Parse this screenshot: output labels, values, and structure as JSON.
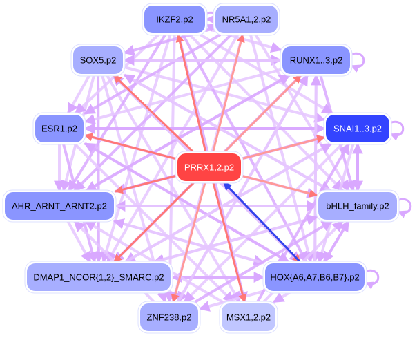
{
  "diagram": {
    "type": "regulatory-network",
    "colors": {
      "hub_node": "#ff4444",
      "hub_edge": "#ff7777",
      "hub_edge_light": "#ff9999",
      "bg_edge": "#e5c6ff",
      "bg_edge_dark": "#d9a8ff",
      "highlight_edge": "#3344ee",
      "node_dark": "#3344ff",
      "node_mid": "#8a95ff",
      "node_light": "#a7aeff",
      "node_pale": "#c0c6ff",
      "node_border": "#dde0ff",
      "label_dark": "#000000",
      "label_light": "#ffffff"
    },
    "nodes": [
      {
        "id": "IKZF2",
        "label": "IKZF2.p2",
        "shade": "node_mid",
        "self_loop": true
      },
      {
        "id": "NR5A12",
        "label": "NR5A1,2.p2",
        "shade": "node_light",
        "self_loop": false
      },
      {
        "id": "SOX5",
        "label": "SOX5.p2",
        "shade": "node_light",
        "self_loop": false
      },
      {
        "id": "RUNX13",
        "label": "RUNX1..3.p2",
        "shade": "node_mid",
        "self_loop": true
      },
      {
        "id": "ESR1",
        "label": "ESR1.p2",
        "shade": "node_mid",
        "self_loop": false
      },
      {
        "id": "SNAI13",
        "label": "SNAI1..3.p2",
        "shade": "node_dark",
        "self_loop": true
      },
      {
        "id": "PRRX12",
        "label": "PRRX1,2.p2",
        "shade": "hub_node",
        "self_loop": false
      },
      {
        "id": "AHR",
        "label": "AHR_ARNT_ARNT2.p2",
        "shade": "node_mid",
        "self_loop": false
      },
      {
        "id": "BHLH",
        "label": "bHLH_family.p2",
        "shade": "node_light",
        "self_loop": true
      },
      {
        "id": "DMAP1",
        "label": "DMAP1_NCOR{1,2}_SMARC.p2",
        "shade": "node_light",
        "self_loop": false
      },
      {
        "id": "HOX",
        "label": "HOX{A6,A7,B6,B7}.p2",
        "shade": "node_mid",
        "self_loop": true
      },
      {
        "id": "ZNF238",
        "label": "ZNF238.p2",
        "shade": "node_light",
        "self_loop": false
      },
      {
        "id": "MSX12",
        "label": "MSX1,2.p2",
        "shade": "node_pale",
        "self_loop": false
      }
    ],
    "hub_edges": [
      {
        "from": "PRRX12",
        "to": "IKZF2"
      },
      {
        "from": "PRRX12",
        "to": "NR5A12"
      },
      {
        "from": "PRRX12",
        "to": "SOX5"
      },
      {
        "from": "PRRX12",
        "to": "RUNX13"
      },
      {
        "from": "PRRX12",
        "to": "ESR1"
      },
      {
        "from": "PRRX12",
        "to": "SNAI13"
      },
      {
        "from": "PRRX12",
        "to": "AHR"
      },
      {
        "from": "PRRX12",
        "to": "BHLH"
      },
      {
        "from": "PRRX12",
        "to": "DMAP1"
      },
      {
        "from": "PRRX12",
        "to": "ZNF238"
      },
      {
        "from": "PRRX12",
        "to": "MSX12"
      },
      {
        "from": "PRRX12",
        "to": "HOX"
      }
    ],
    "highlight_edges": [
      {
        "from": "HOX",
        "to": "PRRX12"
      }
    ],
    "background_edges": [
      {
        "from": "SOX5",
        "to": "RUNX13"
      },
      {
        "from": "SOX5",
        "to": "SNAI13"
      },
      {
        "from": "SOX5",
        "to": "BHLH"
      },
      {
        "from": "SOX5",
        "to": "HOX"
      },
      {
        "from": "SOX5",
        "to": "MSX12"
      },
      {
        "from": "SOX5",
        "to": "ZNF238"
      },
      {
        "from": "SOX5",
        "to": "DMAP1"
      },
      {
        "from": "SOX5",
        "to": "AHR"
      },
      {
        "from": "SOX5",
        "to": "ESR1"
      },
      {
        "from": "IKZF2",
        "to": "HOX"
      },
      {
        "from": "IKZF2",
        "to": "BHLH"
      },
      {
        "from": "IKZF2",
        "to": "DMAP1"
      },
      {
        "from": "IKZF2",
        "to": "AHR"
      },
      {
        "from": "IKZF2",
        "to": "ESR1"
      },
      {
        "from": "IKZF2",
        "to": "SNAI13"
      },
      {
        "from": "IKZF2",
        "to": "MSX12"
      },
      {
        "from": "IKZF2",
        "to": "ZNF238"
      },
      {
        "from": "IKZF2",
        "to": "RUNX13"
      },
      {
        "from": "NR5A12",
        "to": "AHR"
      },
      {
        "from": "NR5A12",
        "to": "DMAP1"
      },
      {
        "from": "NR5A12",
        "to": "HOX"
      },
      {
        "from": "NR5A12",
        "to": "ESR1"
      },
      {
        "from": "NR5A12",
        "to": "ZNF238"
      },
      {
        "from": "NR5A12",
        "to": "BHLH"
      },
      {
        "from": "NR5A12",
        "to": "SOX5"
      },
      {
        "from": "NR5A12",
        "to": "IKZF2"
      },
      {
        "from": "RUNX13",
        "to": "AHR"
      },
      {
        "from": "RUNX13",
        "to": "DMAP1"
      },
      {
        "from": "RUNX13",
        "to": "ESR1"
      },
      {
        "from": "RUNX13",
        "to": "HOX"
      },
      {
        "from": "RUNX13",
        "to": "BHLH"
      },
      {
        "from": "RUNX13",
        "to": "ZNF238"
      },
      {
        "from": "RUNX13",
        "to": "SOX5"
      },
      {
        "from": "ESR1",
        "to": "SNAI13"
      },
      {
        "from": "ESR1",
        "to": "BHLH"
      },
      {
        "from": "ESR1",
        "to": "HOX"
      },
      {
        "from": "ESR1",
        "to": "DMAP1"
      },
      {
        "from": "ESR1",
        "to": "AHR"
      },
      {
        "from": "ESR1",
        "to": "MSX12"
      },
      {
        "from": "SNAI13",
        "to": "ESR1"
      },
      {
        "from": "SNAI13",
        "to": "AHR"
      },
      {
        "from": "SNAI13",
        "to": "DMAP1"
      },
      {
        "from": "SNAI13",
        "to": "BHLH"
      },
      {
        "from": "SNAI13",
        "to": "HOX"
      },
      {
        "from": "SNAI13",
        "to": "ZNF238"
      },
      {
        "from": "BHLH",
        "to": "AHR"
      },
      {
        "from": "BHLH",
        "to": "DMAP1"
      },
      {
        "from": "BHLH",
        "to": "SOX5"
      },
      {
        "from": "BHLH",
        "to": "SNAI13"
      },
      {
        "from": "BHLH",
        "to": "HOX"
      },
      {
        "from": "AHR",
        "to": "BHLH"
      },
      {
        "from": "AHR",
        "to": "SNAI13"
      },
      {
        "from": "AHR",
        "to": "HOX"
      },
      {
        "from": "AHR",
        "to": "DMAP1"
      },
      {
        "from": "AHR",
        "to": "RUNX13"
      },
      {
        "from": "HOX",
        "to": "DMAP1"
      },
      {
        "from": "HOX",
        "to": "AHR"
      },
      {
        "from": "HOX",
        "to": "ESR1"
      },
      {
        "from": "HOX",
        "to": "SOX5"
      },
      {
        "from": "HOX",
        "to": "ZNF238"
      },
      {
        "from": "HOX",
        "to": "BHLH"
      },
      {
        "from": "HOX",
        "to": "MSX12"
      },
      {
        "from": "HOX",
        "to": "RUNX13"
      },
      {
        "from": "DMAP1",
        "to": "HOX"
      },
      {
        "from": "DMAP1",
        "to": "BHLH"
      },
      {
        "from": "DMAP1",
        "to": "SNAI13"
      },
      {
        "from": "MSX12",
        "to": "SNAI13"
      },
      {
        "from": "MSX12",
        "to": "BHLH"
      },
      {
        "from": "MSX12",
        "to": "AHR"
      },
      {
        "from": "ZNF238",
        "to": "BHLH"
      },
      {
        "from": "ZNF238",
        "to": "AHR"
      },
      {
        "from": "ZNF238",
        "to": "RUNX13"
      }
    ]
  }
}
